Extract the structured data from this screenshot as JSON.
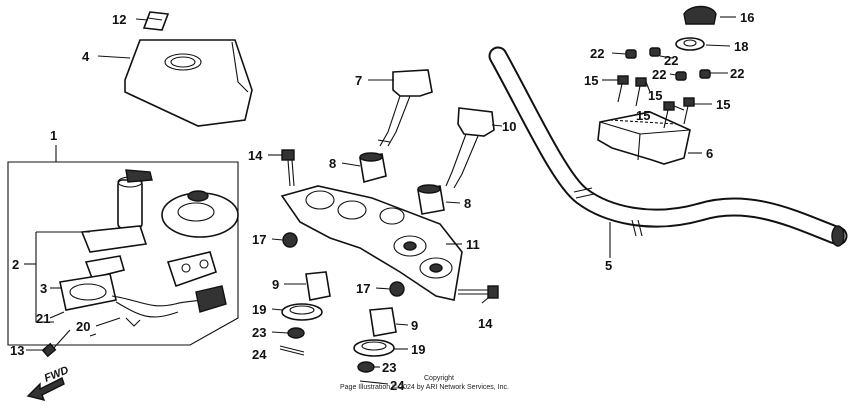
{
  "callouts": {
    "p1": "1",
    "p2": "2",
    "p3": "3",
    "p4": "4",
    "p5": "5",
    "p6": "6",
    "p7": "7",
    "p8a": "8",
    "p8b": "8",
    "p9a": "9",
    "p9b": "9",
    "p10": "10",
    "p11": "11",
    "p12": "12",
    "p13": "13",
    "p14a": "14",
    "p14b": "14",
    "p15a": "15",
    "p15b": "15",
    "p15c": "15",
    "p15d": "15",
    "p16": "16",
    "p17a": "17",
    "p17b": "17",
    "p18": "18",
    "p19a": "19",
    "p19b": "19",
    "p20": "20",
    "p21": "21",
    "p22a": "22",
    "p22b": "22",
    "p22c": "22",
    "p22d": "22",
    "p23a": "23",
    "p23b": "23",
    "p24a": "24",
    "p24b": "24"
  },
  "fwd_label": "FWD",
  "copyright": {
    "line1": "Copyright",
    "line2": "Page Illustration © 2024 by ARI Network Services, Inc."
  }
}
